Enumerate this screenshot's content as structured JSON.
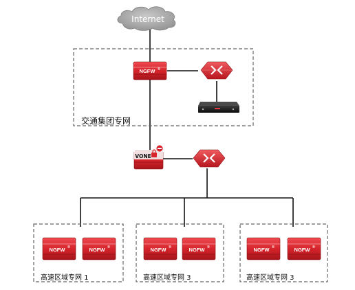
{
  "diagram": {
    "cloud_label": "Internet",
    "group_network_label": "交通集团专网",
    "vone_label": "VONE",
    "ngfw_label": "NGFW",
    "ngfw_mark": "®",
    "regions": [
      {
        "label": "高速区域专网 1"
      },
      {
        "label": "高速区域专网 3"
      },
      {
        "label": "高速区域专网 3"
      }
    ]
  },
  "colors": {
    "firewall_red": "#d7242c",
    "firewall_dark": "#a5151b",
    "router_red": "#d9252e",
    "line": "#111111",
    "dash_border": "#666666",
    "cloud": "#a3a3a3"
  }
}
